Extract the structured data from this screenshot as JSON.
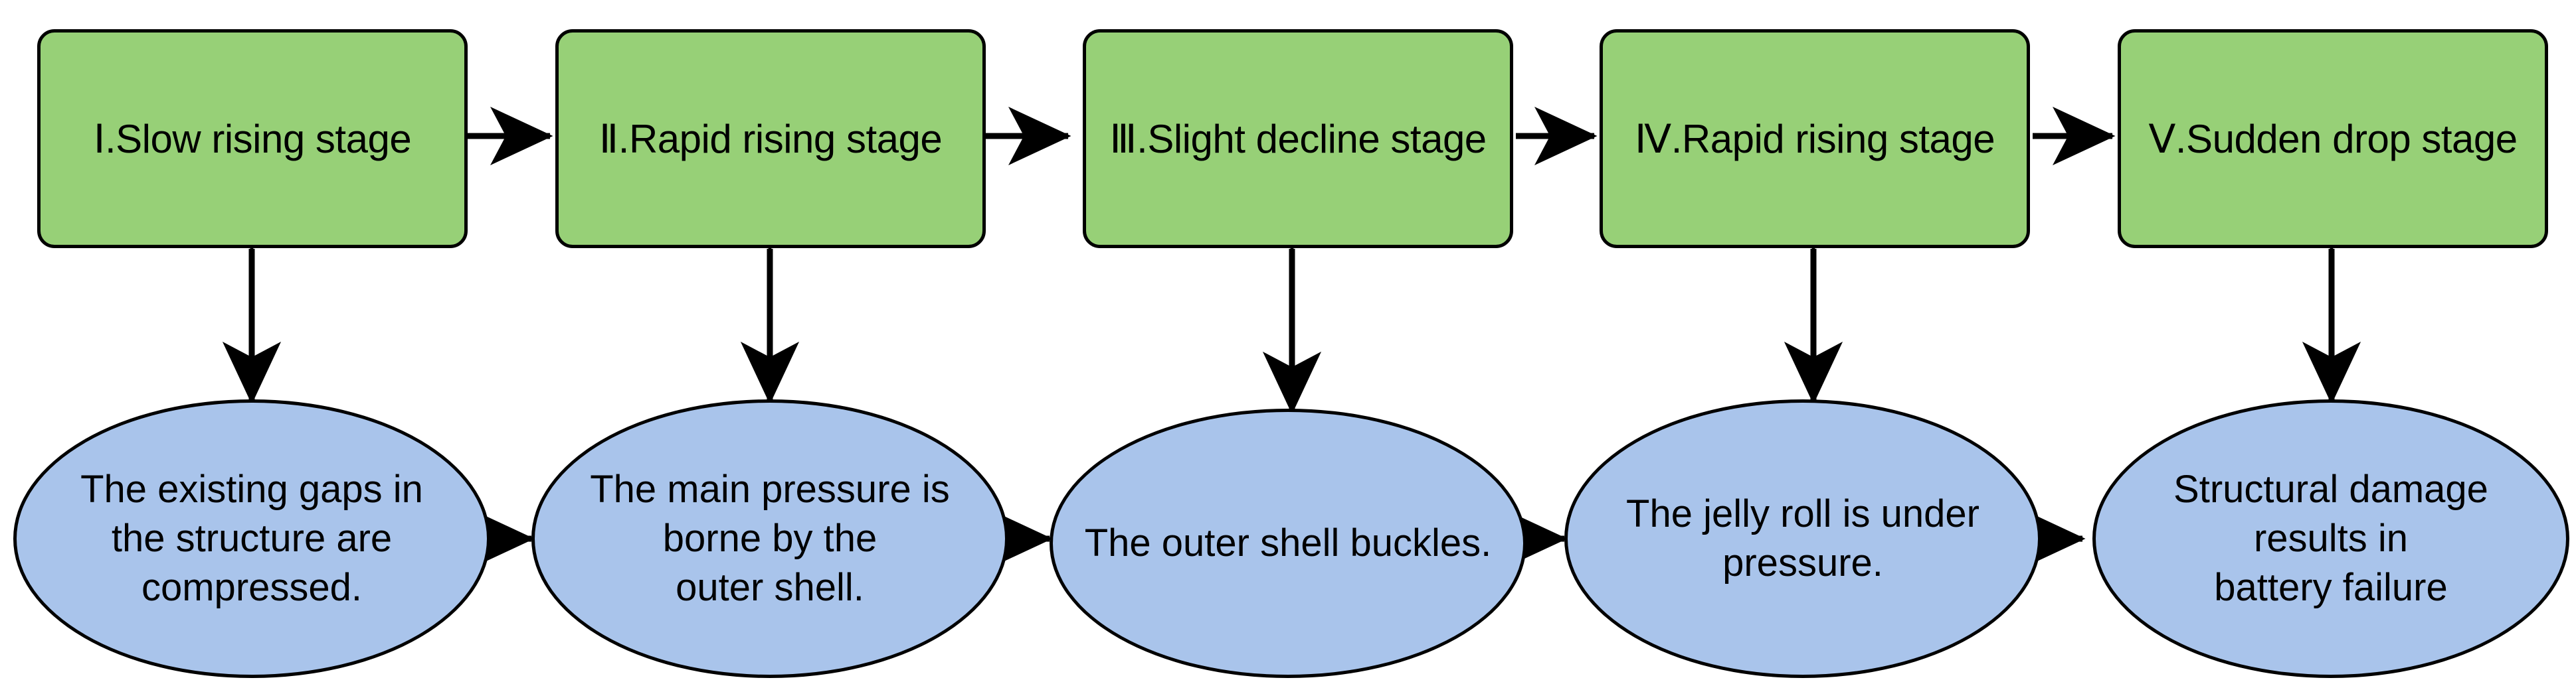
{
  "diagram": {
    "type": "flowchart",
    "orientation": "horizontal",
    "colors": {
      "stage_fill": "#97d077",
      "effect_fill": "#a9c4eb",
      "stroke": "#000000",
      "background": "#ffffff"
    },
    "stages": [
      {
        "id": "stage-1",
        "label": "Ⅰ.Slow rising stage"
      },
      {
        "id": "stage-2",
        "label": "Ⅱ.Rapid rising stage"
      },
      {
        "id": "stage-3",
        "label": "Ⅲ.Slight decline stage"
      },
      {
        "id": "stage-4",
        "label": "Ⅳ.Rapid rising stage"
      },
      {
        "id": "stage-5",
        "label": "Ⅴ.Sudden drop stage"
      }
    ],
    "effects": [
      {
        "id": "effect-1",
        "lines": [
          "The existing gaps in",
          "the structure are",
          "compressed."
        ]
      },
      {
        "id": "effect-2",
        "lines": [
          "The main pressure is",
          "borne by the",
          "outer shell."
        ]
      },
      {
        "id": "effect-3",
        "lines": [
          "The outer shell buckles."
        ]
      },
      {
        "id": "effect-4",
        "lines": [
          "The jelly roll is under",
          "pressure."
        ]
      },
      {
        "id": "effect-5",
        "lines": [
          "Structural damage",
          "results in",
          "battery failure"
        ]
      }
    ],
    "connectors": {
      "stage_to_stage": [
        {
          "from": "stage-1",
          "to": "stage-2",
          "arrow": "single"
        },
        {
          "from": "stage-2",
          "to": "stage-3",
          "arrow": "single"
        },
        {
          "from": "stage-3",
          "to": "stage-4",
          "arrow": "single"
        },
        {
          "from": "stage-4",
          "to": "stage-5",
          "arrow": "single"
        }
      ],
      "effect_to_effect": [
        {
          "from": "effect-1",
          "to": "effect-2",
          "arrow": "single"
        },
        {
          "from": "effect-2",
          "to": "effect-3",
          "arrow": "single"
        },
        {
          "from": "effect-3",
          "to": "effect-4",
          "arrow": "single"
        },
        {
          "from": "effect-4",
          "to": "effect-5",
          "arrow": "single"
        }
      ],
      "stage_to_effect": [
        {
          "from": "stage-1",
          "to": "effect-1",
          "arrow": "double"
        },
        {
          "from": "stage-2",
          "to": "effect-2",
          "arrow": "double"
        },
        {
          "from": "stage-3",
          "to": "effect-3",
          "arrow": "double"
        },
        {
          "from": "stage-4",
          "to": "effect-4",
          "arrow": "double"
        },
        {
          "from": "stage-5",
          "to": "effect-5",
          "arrow": "double"
        }
      ]
    }
  }
}
